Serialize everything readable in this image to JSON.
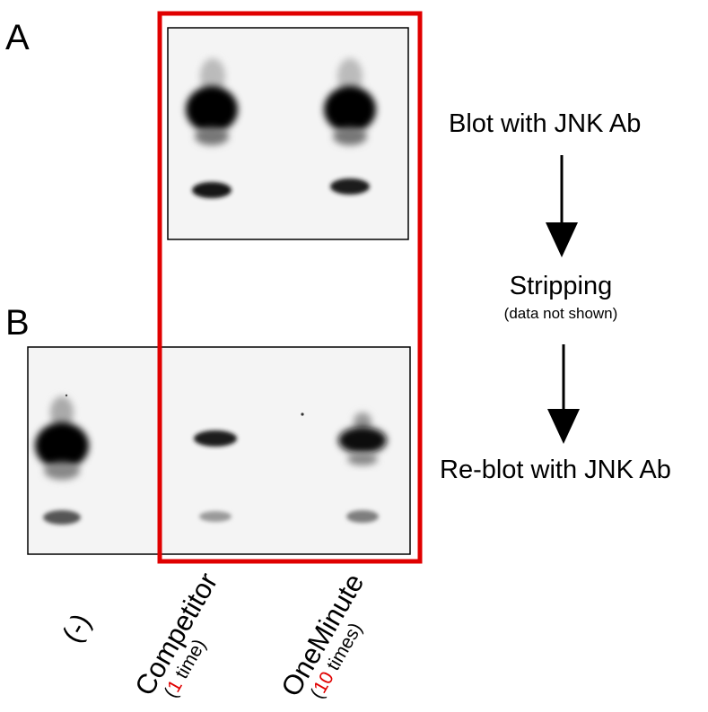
{
  "panels": {
    "a": {
      "letter": "A"
    },
    "b": {
      "letter": "B"
    }
  },
  "steps": {
    "step1": "Blot with JNK Ab",
    "step2": "Stripping",
    "step2_note": "(data not shown)",
    "step3": "Re-blot with JNK Ab"
  },
  "lanes": {
    "neg": {
      "label": "(-)"
    },
    "competitor": {
      "label": "Competitor",
      "open": "(",
      "count": "1",
      "rest": " time)"
    },
    "oneminute": {
      "label": "OneMinute",
      "open": "(",
      "count": "10",
      "rest": " times)"
    }
  },
  "colors": {
    "highlight": "#e00000",
    "band": "#000000",
    "membrane": "#f4f4f4"
  }
}
